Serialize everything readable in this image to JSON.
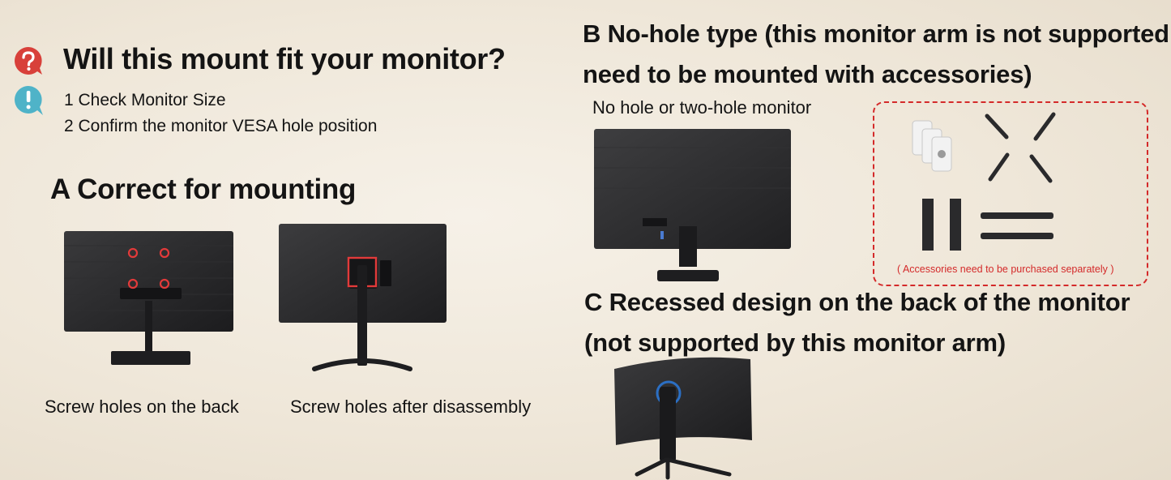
{
  "header": {
    "question": "Will this mount fit your monitor?",
    "steps": [
      "1 Check Monitor Size",
      "2 Confirm the monitor VESA hole position"
    ]
  },
  "section_a": {
    "title": "A Correct for mounting",
    "captions": [
      "Screw holes on the back",
      "Screw holes after disassembly"
    ]
  },
  "section_b": {
    "title_line1": "B No-hole type (this monitor arm is not supported,",
    "title_line2": "need to be mounted with accessories)",
    "subtitle": "No hole or two-hole monitor",
    "accessories_note": "( Accessories need to be purchased separately )"
  },
  "section_c": {
    "title_line1": "C Recessed design on the back of the monitor",
    "title_line2": "(not supported by this monitor arm)"
  },
  "colors": {
    "accent_red": "#d42a2a",
    "question_icon": "#d8403a",
    "info_icon": "#4fb3c8"
  },
  "icons": [
    "question-bubble-icon",
    "info-bubble-icon"
  ]
}
